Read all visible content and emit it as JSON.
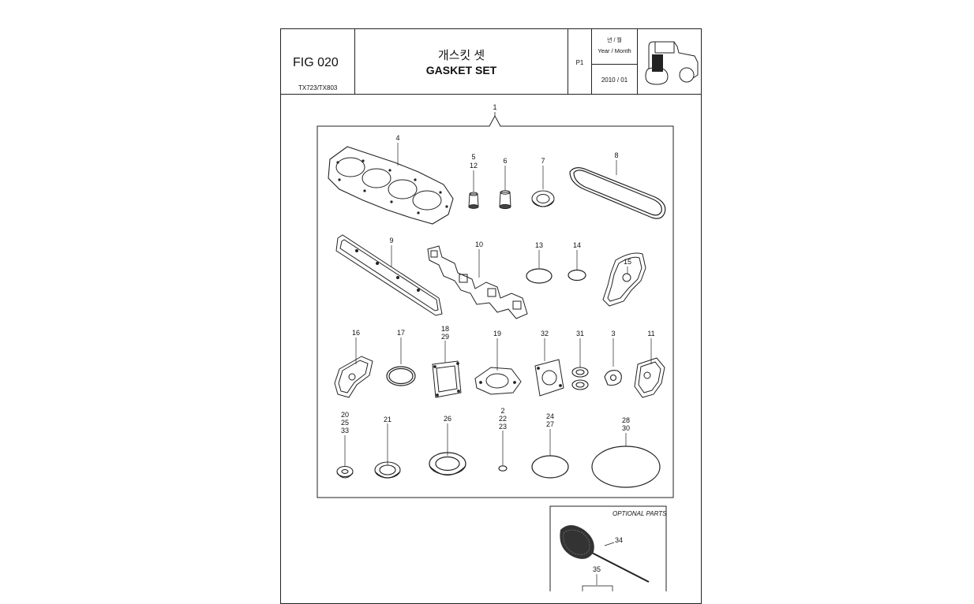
{
  "header": {
    "fig_no": "FIG 020",
    "model": "TX723/TX803",
    "title_kr": "개스킷 셋",
    "title_en": "GASKET SET",
    "page": "P1",
    "year_month_kr": "년 / 월",
    "year_month_en": "Year / Month",
    "date": "2010  / 01",
    "tractor_icon": "tractor-icon"
  },
  "labels": {
    "l1": "1",
    "l4": "4",
    "l5": "5",
    "l12": "12",
    "l6": "6",
    "l7": "7",
    "l8": "8",
    "l9": "9",
    "l10": "10",
    "l13": "13",
    "l14": "14",
    "l15": "15",
    "l16": "16",
    "l17": "17",
    "l18": "18",
    "l29": "29",
    "l19": "19",
    "l32": "32",
    "l31": "31",
    "l3": "3",
    "l11": "11",
    "l20": "20",
    "l25": "25",
    "l33": "33",
    "l21": "21",
    "l26": "26",
    "l2": "2",
    "l22": "22",
    "l23": "23",
    "l24": "24",
    "l27": "27",
    "l28": "28",
    "l30": "30",
    "l34": "34",
    "l35": "35"
  },
  "optional": {
    "title": "OPTIONAL PARTS"
  }
}
